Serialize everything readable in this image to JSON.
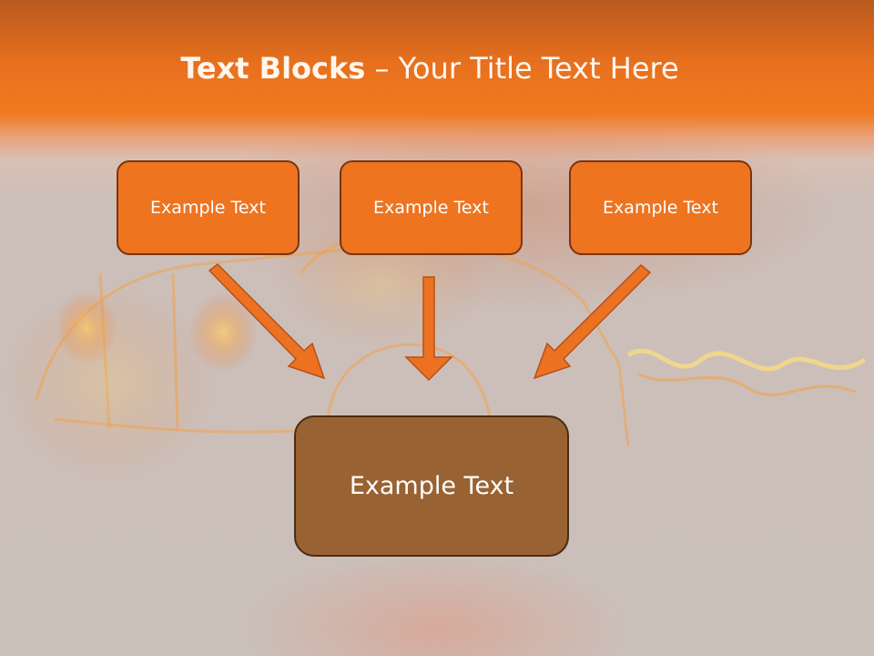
{
  "slide": {
    "title_bold": "Text Blocks",
    "title_dash": " – ",
    "title_rest": "Your Title Text Here"
  },
  "boxes": [
    {
      "label": "Example Text"
    },
    {
      "label": "Example Text"
    },
    {
      "label": "Example Text"
    }
  ],
  "main_box": {
    "label": "Example Text"
  },
  "colors": {
    "title_bar": "#f07a20",
    "small_box_fill": "#ee7420",
    "small_box_border": "#7a3410",
    "main_box_fill": "#996233",
    "arrow_fill": "#ec7222",
    "background": "#cbbfba"
  },
  "icons": {
    "background_art": "flaming-vintage-car"
  }
}
